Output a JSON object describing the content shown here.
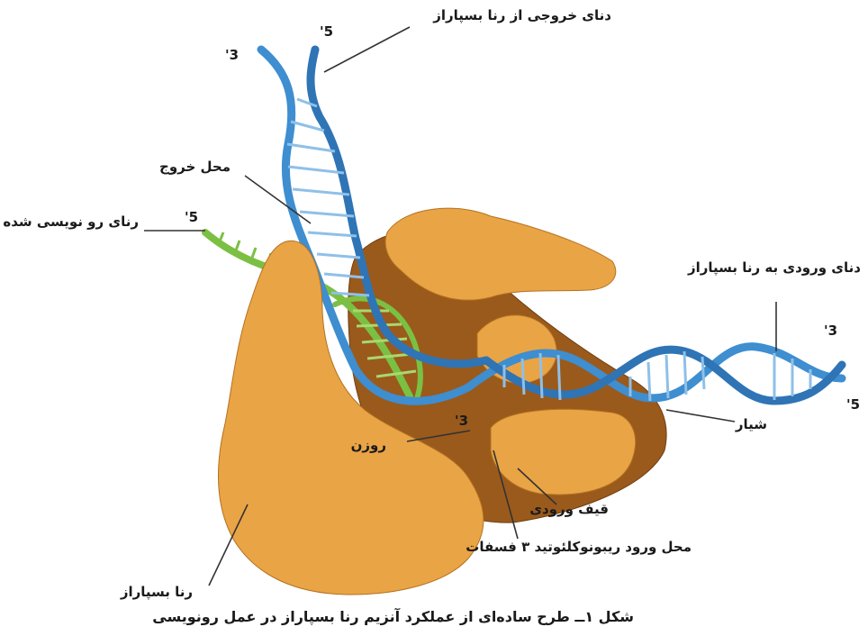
{
  "labels": {
    "dna_exiting": "دنای خروجی از رنا بسپاراز",
    "exit_site": "محل خروج",
    "transcribed_rna": "رنای رو نویسی شده",
    "dna_entering": "دنای ورودی به رنا بسپاراز",
    "groove": "شیار",
    "pore": "روزن",
    "entry_funnel": "قیف ورودی",
    "nucleotide_entry": "محل ورود ریبونوکلئوتید ۳ فسفات",
    "rna_polymerase": "رنا بسپاراز"
  },
  "ends": {
    "top_3": "3'",
    "top_5": "5'",
    "rna_5": "5'",
    "rna_3": "3'",
    "right_3": "3'",
    "right_5": "5'"
  },
  "caption": "شکل ۱ــ طرح ساده‌ای از عملکرد آنزیم رنا بسپاراز در عمل رونویسی",
  "colors": {
    "enzyme_light": "#E9A446",
    "enzyme_dark": "#9A5A1C",
    "dna_strand": "#3E8ED0",
    "dna_rung": "#8FC0E8",
    "rna": "#7BC043",
    "leader": "#333333"
  }
}
